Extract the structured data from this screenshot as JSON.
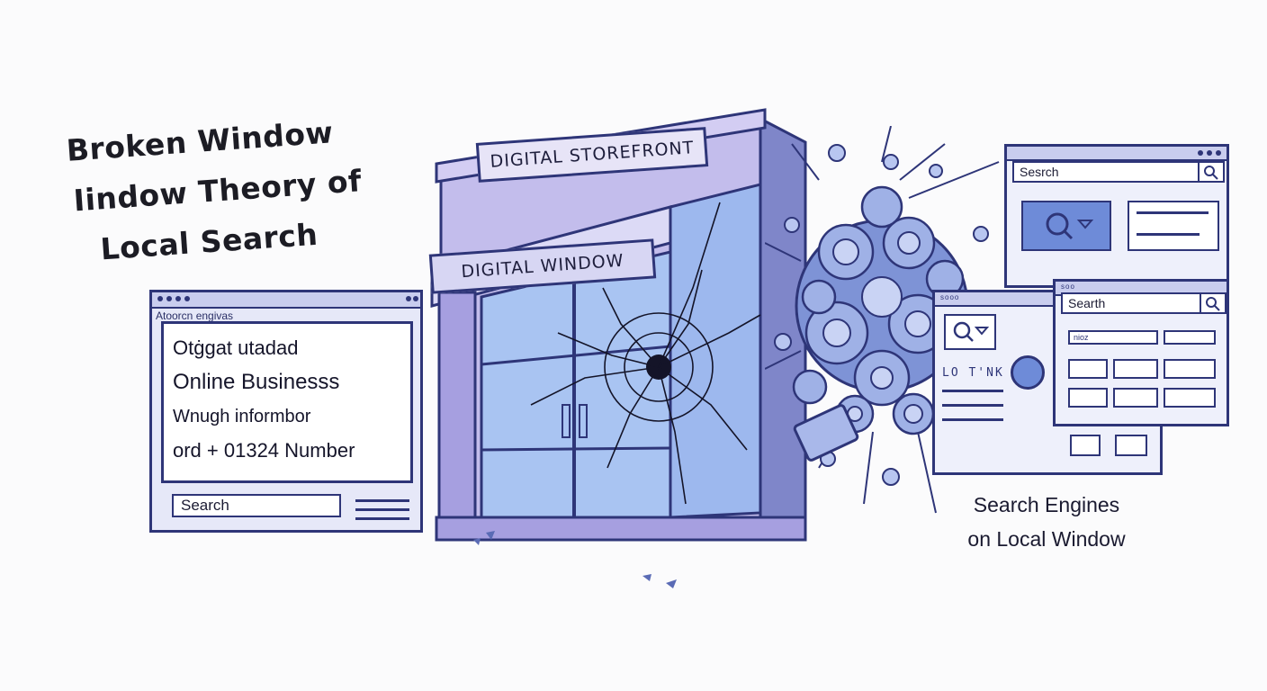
{
  "title": {
    "line1": "Broken Window",
    "line2": "Iindow Theory of",
    "line3": "Local Search"
  },
  "left_panel": {
    "url": "Atoorcn engivas",
    "lines": [
      "Otġgat utadad",
      "Online Businesss",
      "Wnugh informbor",
      "ord + 01324 Number"
    ],
    "search": "Search"
  },
  "storefront": {
    "sign": "DIGITAL STOREFRONT",
    "awning": "DIGITAL WINDOW"
  },
  "right_windows": {
    "back": {
      "search": "Sesrch",
      "bar_label": ""
    },
    "mid": {
      "bar_label": "sooo",
      "header_text": "LO T'NK"
    },
    "front": {
      "search": "Searth",
      "bar_label": "soo",
      "field": "nioz"
    }
  },
  "caption": {
    "line1": "Search Engines",
    "line2": "on Local Window"
  },
  "colors": {
    "ink": "#2e3578",
    "store_wall": "#bdb6e8",
    "glass": "#a9c4f2",
    "panel": "#e6e8f8"
  }
}
